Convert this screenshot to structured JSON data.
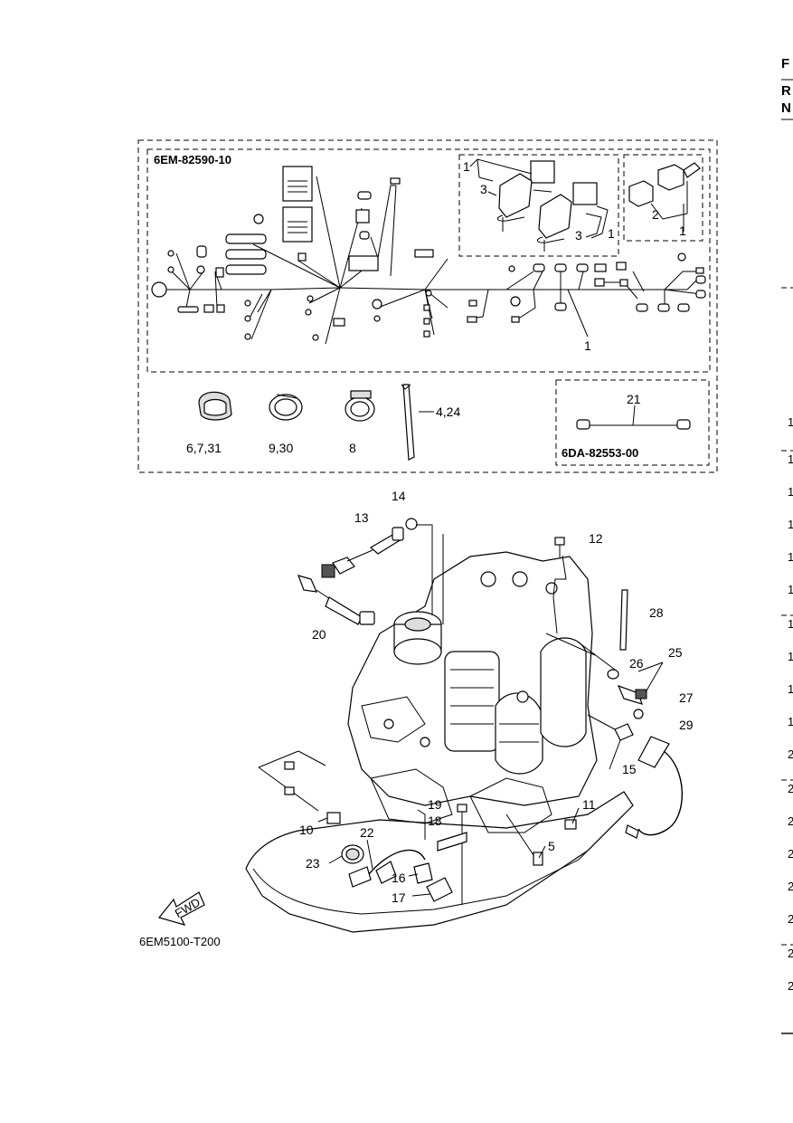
{
  "kit_codes": {
    "harness": "6EM-82590-10",
    "lead": "6DA-82553-00",
    "figure": "6EM5100-T200"
  },
  "fwd_label": "FWD",
  "callouts": {
    "harness_group": [
      "1",
      "3",
      "3",
      "1",
      "2",
      "1",
      "1"
    ],
    "clips": [
      "6,7,31",
      "9,30",
      "8",
      "4,24",
      "21"
    ],
    "engine": [
      "14",
      "13",
      "12",
      "20",
      "28",
      "25",
      "26",
      "27",
      "29",
      "15",
      "19",
      "11",
      "18",
      "10",
      "22",
      "5",
      "23",
      "16",
      "17"
    ]
  },
  "right_edge": {
    "header": [
      "F",
      "R",
      "N"
    ],
    "rows": [
      "1",
      "1",
      "1",
      "1",
      "1",
      "1",
      "1",
      "1",
      "1",
      "1",
      "2",
      "2",
      "2",
      "2",
      "2",
      "2",
      "2",
      "2"
    ]
  }
}
